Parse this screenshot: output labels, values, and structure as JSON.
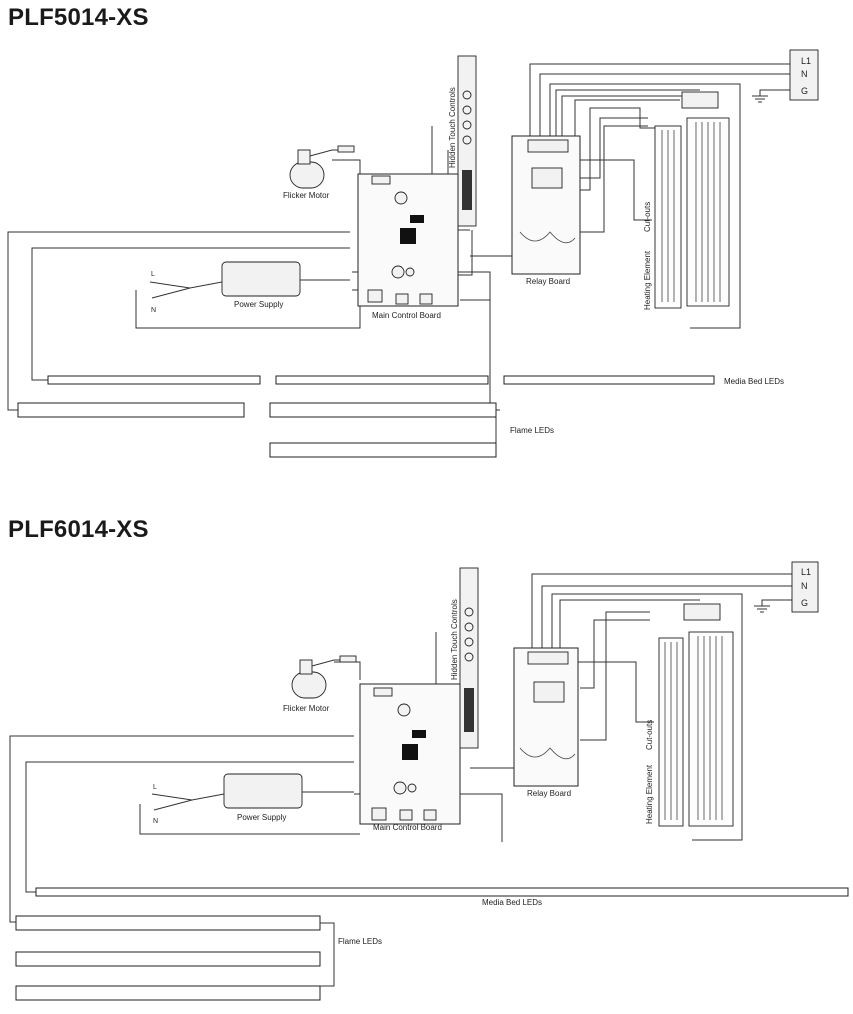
{
  "diagrams": [
    {
      "model": "PLF5014-XS",
      "labels": {
        "flicker_motor": "Flicker Motor",
        "hidden_touch_controls": "Hidden Touch Controls",
        "power_supply": "Power Supply",
        "main_control_board": "Main Control Board",
        "relay_board": "Relay Board",
        "cut_outs": "Cut-outs",
        "heating_element": "Heating Element",
        "media_bed_leds": "Media Bed LEDs",
        "flame_leds": "Flame LEDs",
        "l": "L",
        "n": "N"
      },
      "terminal": [
        "L1",
        "N",
        "G"
      ]
    },
    {
      "model": "PLF6014-XS",
      "labels": {
        "flicker_motor": "Flicker Motor",
        "hidden_touch_controls": "Hidden Touch Controls",
        "power_supply": "Power Supply",
        "main_control_board": "Main Control Board",
        "relay_board": "Relay Board",
        "cut_outs": "Cut-outs",
        "heating_element": "Heating Element",
        "media_bed_leds": "Media Bed LEDs",
        "flame_leds": "Flame LEDs",
        "l": "L",
        "n": "N"
      },
      "terminal": [
        "L1",
        "N",
        "G"
      ]
    }
  ]
}
